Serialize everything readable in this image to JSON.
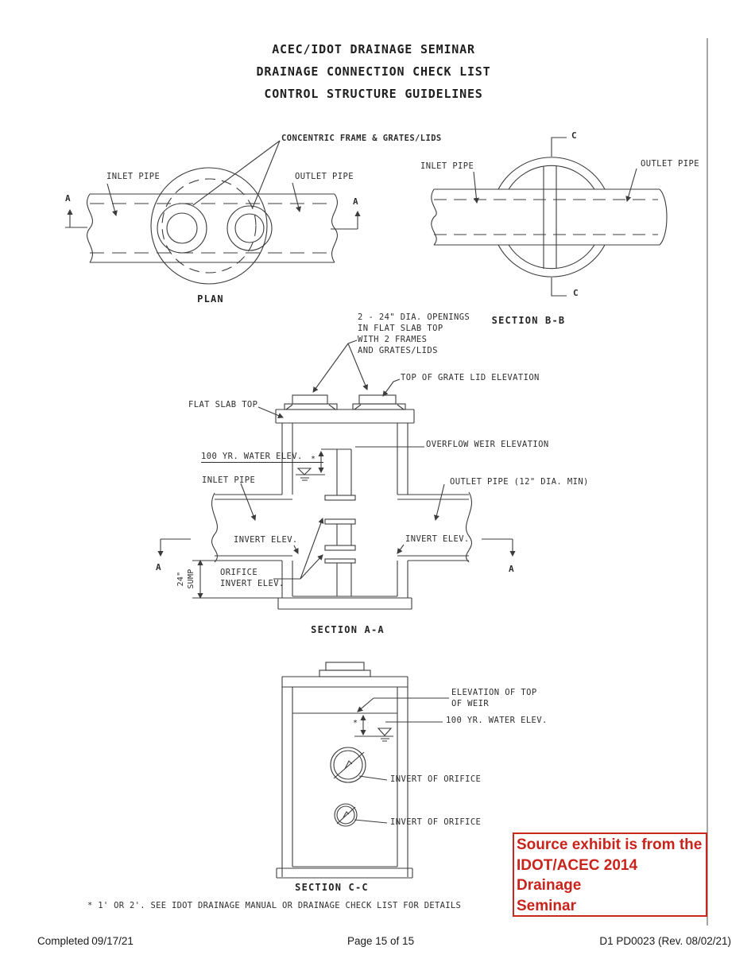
{
  "title": {
    "line1": "ACEC/IDOT DRAINAGE SEMINAR",
    "line2": "DRAINAGE CONNECTION CHECK LIST",
    "line3": "CONTROL STRUCTURE GUIDELINES"
  },
  "plan": {
    "caption": "PLAN",
    "inlet_pipe": "INLET PIPE",
    "outlet_pipe": "OUTLET PIPE",
    "concentric": "CONCENTRIC FRAME & GRATES/LIDS",
    "marker_left": "A",
    "marker_right": "A"
  },
  "section_bb": {
    "caption": "SECTION B-B",
    "inlet_pipe": "INLET PIPE",
    "outlet_pipe": "OUTLET PIPE",
    "marker_top": "C",
    "marker_bottom": "C"
  },
  "section_aa": {
    "caption": "SECTION A-A",
    "callout1": "2 - 24\" DIA. OPENINGS",
    "callout2": "IN FLAT SLAB TOP",
    "callout3": "WITH 2 FRAMES",
    "callout4": "AND GRATES/LIDS",
    "top_of_grate": "TOP OF GRATE LID ELEVATION",
    "flat_slab_top": "FLAT SLAB TOP",
    "water_elev": "100 YR. WATER ELEV.",
    "overflow_weir": "OVERFLOW WEIR ELEVATION",
    "inlet_pipe": "INLET PIPE",
    "outlet_pipe": "OUTLET PIPE (12\" DIA. MIN)",
    "invert_left": "INVERT ELEV.",
    "invert_right": "INVERT ELEV.",
    "orifice_line1": "ORIFICE",
    "orifice_line2": "INVERT ELEV.",
    "sump_dim": "24\"",
    "sump_word": "SUMP",
    "asterisk": "*",
    "marker_left": "A",
    "marker_right": "A"
  },
  "section_cc": {
    "caption": "SECTION C-C",
    "weir_line1": "ELEVATION OF TOP",
    "weir_line2": "OF WEIR",
    "water_elev": "100 YR. WATER ELEV.",
    "invert_orifice_upper": "INVERT OF ORIFICE",
    "invert_orifice_lower": "INVERT OF ORIFICE",
    "asterisk": "*"
  },
  "footnote": "* 1' OR 2'. SEE IDOT DRAINAGE MANUAL OR DRAINAGE CHECK LIST FOR DETAILS",
  "source_note": {
    "line1": "Source exhibit is from the",
    "line2": "IDOT/ACEC 2014 Drainage",
    "line3": "Seminar",
    "color": "#c9241c"
  },
  "footer": {
    "completed_label": "Completed",
    "completed_date": "09/17/21",
    "page": "Page 15 of 15",
    "doc_ref": "D1 PD0023 (Rev. 08/02/21)"
  }
}
